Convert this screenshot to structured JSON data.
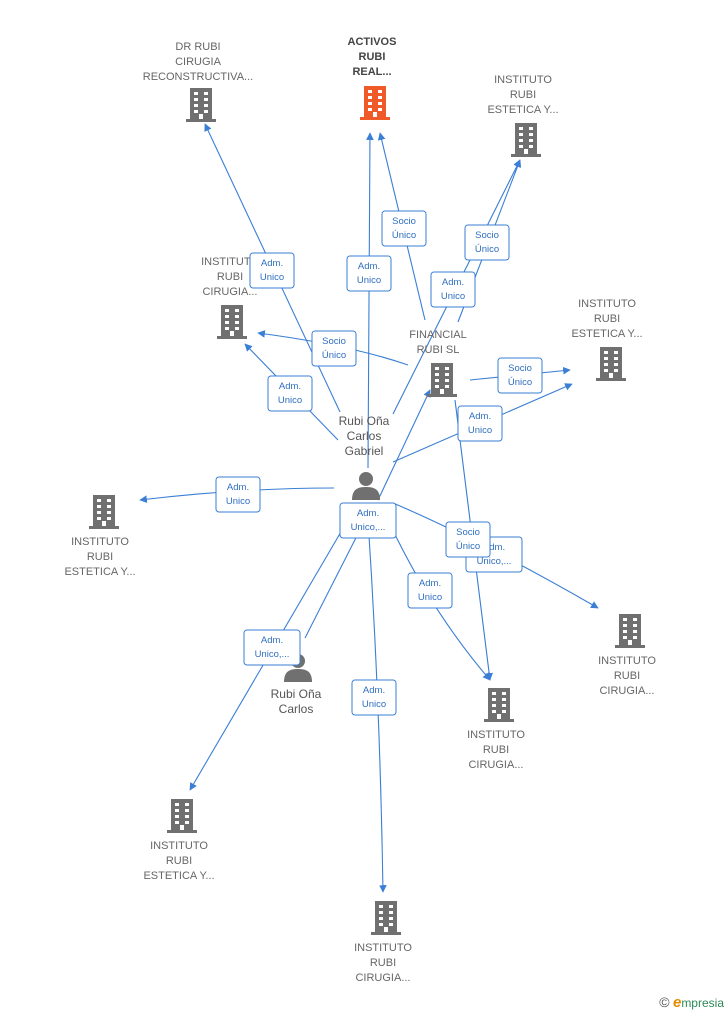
{
  "colors": {
    "edge": "#3a7fd5",
    "company": "#707070",
    "focus_company": "#f05a28",
    "person": "#707070"
  },
  "companies": [
    {
      "id": "c1",
      "icon": "building-icon",
      "lines": [
        "DR RUBI",
        "CIRUGIA",
        "RECONSTRUCTIVA..."
      ],
      "focus": false
    },
    {
      "id": "c2",
      "icon": "building-icon",
      "lines": [
        "ACTIVOS",
        "RUBI",
        "REAL..."
      ],
      "focus": true
    },
    {
      "id": "c3",
      "icon": "building-icon",
      "lines": [
        "INSTITUTO",
        "RUBI",
        "ESTETICA Y..."
      ],
      "focus": false
    },
    {
      "id": "c4",
      "icon": "building-icon",
      "lines": [
        "INSTITUTO",
        "RUBI",
        "CIRUGIA..."
      ],
      "focus": false
    },
    {
      "id": "c5",
      "icon": "building-icon",
      "lines": [
        "INSTITUTO",
        "RUBI",
        "ESTETICA Y..."
      ],
      "focus": false
    },
    {
      "id": "c6",
      "icon": "building-icon",
      "lines": [
        "FINANCIAL",
        "RUBI  SL"
      ],
      "focus": false
    },
    {
      "id": "c7",
      "icon": "building-icon",
      "lines": [
        "INSTITUTO",
        "RUBI",
        "ESTETICA Y..."
      ],
      "focus": false
    },
    {
      "id": "c8",
      "icon": "building-icon",
      "lines": [
        "INSTITUTO",
        "RUBI",
        "CIRUGIA..."
      ],
      "focus": false
    },
    {
      "id": "c9",
      "icon": "building-icon",
      "lines": [
        "INSTITUTO",
        "RUBI",
        "CIRUGIA..."
      ],
      "focus": false
    },
    {
      "id": "c10",
      "icon": "building-icon",
      "lines": [
        "INSTITUTO",
        "RUBI",
        "ESTETICA Y..."
      ],
      "focus": false
    },
    {
      "id": "c11",
      "icon": "building-icon",
      "lines": [
        "INSTITUTO",
        "RUBI",
        "CIRUGIA..."
      ],
      "focus": false
    }
  ],
  "persons": [
    {
      "id": "p1",
      "icon": "person-icon",
      "lines": [
        "Rubi Oña",
        "Carlos",
        "Gabriel"
      ]
    },
    {
      "id": "p2",
      "icon": "person-icon",
      "lines": [
        "Rubi Oña",
        "Carlos"
      ]
    }
  ],
  "relations": [
    {
      "id": "r1",
      "lines": [
        "Adm.",
        "Unico"
      ]
    },
    {
      "id": "r2",
      "lines": [
        "Adm.",
        "Unico"
      ]
    },
    {
      "id": "r3",
      "lines": [
        "Socio",
        "Único"
      ]
    },
    {
      "id": "r4",
      "lines": [
        "Socio",
        "Único"
      ]
    },
    {
      "id": "r5",
      "lines": [
        "Adm.",
        "Unico"
      ]
    },
    {
      "id": "r6",
      "lines": [
        "Socio",
        "Único"
      ]
    },
    {
      "id": "r7",
      "lines": [
        "Adm.",
        "Unico"
      ]
    },
    {
      "id": "r8",
      "lines": [
        "Socio",
        "Único"
      ]
    },
    {
      "id": "r9",
      "lines": [
        "Adm.",
        "Unico"
      ]
    },
    {
      "id": "r10",
      "lines": [
        "Adm.",
        "Unico"
      ]
    },
    {
      "id": "r11",
      "lines": [
        "Adm.",
        "Unico,..."
      ]
    },
    {
      "id": "r12",
      "lines": [
        "Adm.",
        "Unico,..."
      ]
    },
    {
      "id": "r13",
      "lines": [
        "Socio",
        "Único"
      ]
    },
    {
      "id": "r14",
      "lines": [
        "Adm.",
        "Unico"
      ]
    },
    {
      "id": "r15",
      "lines": [
        "Adm.",
        "Unico,..."
      ]
    },
    {
      "id": "r16",
      "lines": [
        "Adm.",
        "Unico"
      ]
    }
  ],
  "brand": {
    "copyright": "©",
    "name_initial": "e",
    "name_rest": "mpresia"
  }
}
